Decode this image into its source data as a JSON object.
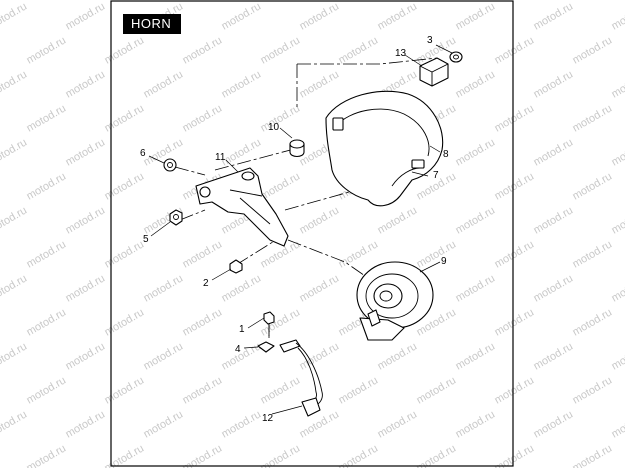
{
  "title": "HORN",
  "watermark": "motod.ru",
  "callouts": [
    "1",
    "2",
    "3",
    "4",
    "5",
    "6",
    "7",
    "8",
    "9",
    "10",
    "11",
    "12",
    "13"
  ],
  "colors": {
    "frame": "#000000",
    "watermark": "#c9c9c9",
    "badge_bg": "#000000",
    "badge_text": "#ffffff"
  }
}
